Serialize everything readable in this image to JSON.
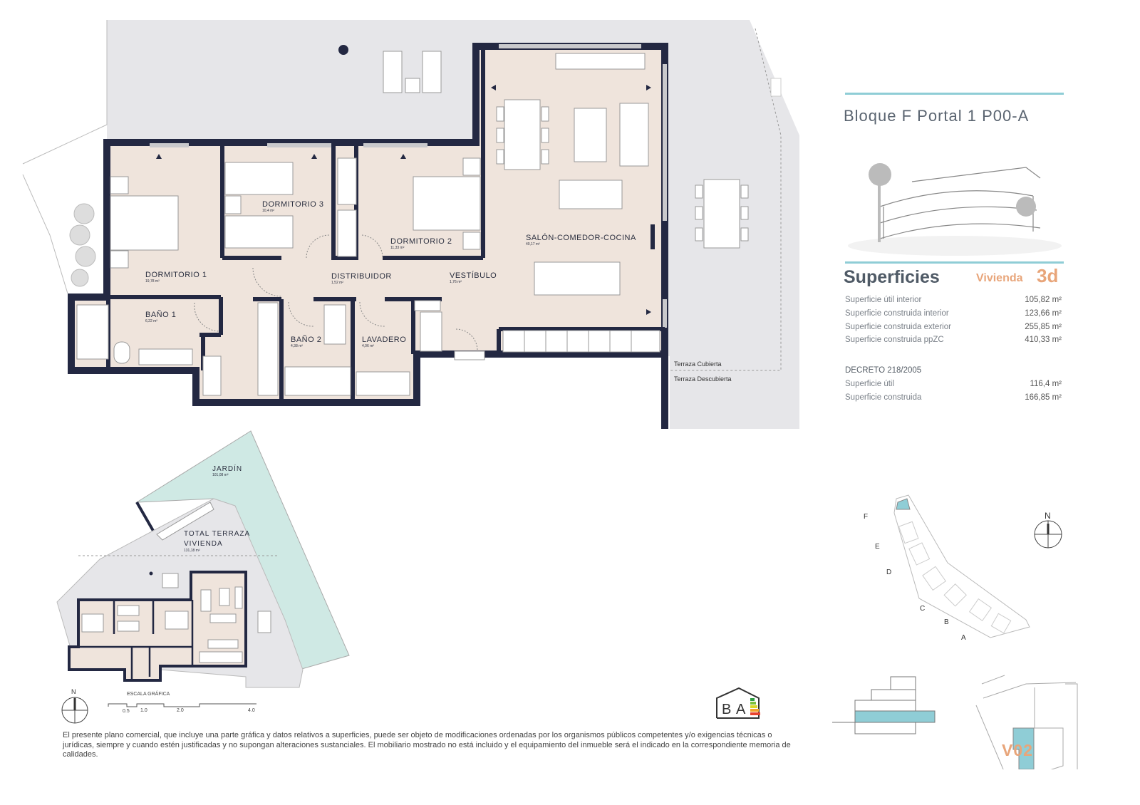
{
  "header": {
    "title": "Bloque F Portal 1 P00-A"
  },
  "rooms": {
    "dormitorio1": {
      "name": "DORMITORIO 1",
      "area": "19,78 m²"
    },
    "dormitorio3": {
      "name": "DORMITORIO 3",
      "area": "10,4 m²"
    },
    "dormitorio2": {
      "name": "DORMITORIO 2",
      "area": "11,33 m²"
    },
    "salon": {
      "name": "SALÓN-COMEDOR-COCINA",
      "area": "40,17 m²"
    },
    "distribuidor": {
      "name": "DISTRIBUIDOR",
      "area": "1,52 m²"
    },
    "vestibulo": {
      "name": "VESTÍBULO",
      "area": "1,76 m²"
    },
    "bano1": {
      "name": "BAÑO 1",
      "area": "6,22 m²"
    },
    "bano2": {
      "name": "BAÑO 2",
      "area": "4,38 m²"
    },
    "lavadero": {
      "name": "LAVADERO",
      "area": "4,06 m²"
    }
  },
  "legend": {
    "terraza_cubierta": "Terraza Cubierta",
    "terraza_descubierta": "Terraza Descubierta"
  },
  "overview": {
    "jardin": {
      "name": "JARDÍN",
      "area": "101,08 m²"
    },
    "terraza": {
      "name1": "TOTAL  TERRAZA",
      "name2": "VIVIENDA",
      "area": "131,18 m²"
    }
  },
  "scale": {
    "title": "ESCALA GRÁFICA",
    "ticks": [
      "0.5",
      "1.0",
      "2.0",
      "4.0"
    ]
  },
  "compass": {
    "north": "N"
  },
  "superficies": {
    "title": "Superficies",
    "vivienda_label": "Vivienda",
    "vivienda_type": "3d",
    "rows": [
      {
        "label": "Superficie útil interior",
        "value": "105,82 m²"
      },
      {
        "label": "Superficie construida interior",
        "value": "123,66 m²"
      },
      {
        "label": "Superficie construida exterior",
        "value": "255,85 m²"
      },
      {
        "label": "Superficie construida ppZC",
        "value": "410,33 m²"
      }
    ],
    "decreto_title": "DECRETO 218/2005",
    "decreto_rows": [
      {
        "label": "Superficie útil",
        "value": "116,4 m²"
      },
      {
        "label": "Superficie construida",
        "value": "166,85 m²"
      }
    ]
  },
  "site_plan": {
    "blocks": [
      "F",
      "E",
      "D",
      "C",
      "B",
      "A"
    ],
    "highlight_block": "F"
  },
  "energy": {
    "ratings": "B A"
  },
  "plan_code": "V02",
  "disclaimer": "El presente plano comercial, que incluye una parte gráfica y datos relativos a superficies, puede ser objeto de modificaciones ordenadas por los organismos públicos competentes y/o exigencias técnicas o jurídicas, siempre y cuando estén justificadas y no supongan alteraciones sustanciales. El mobiliario mostrado no está incluido y el equipamiento del inmueble será el indicado en la correspondiente memoria de calidades.",
  "colors": {
    "wall": "#232842",
    "floor": "#efe4dc",
    "terrace": "#e6e6e9",
    "garden": "#cfe9e4",
    "accent_teal": "#8fcdd6",
    "accent_orange": "#e8a57a"
  }
}
